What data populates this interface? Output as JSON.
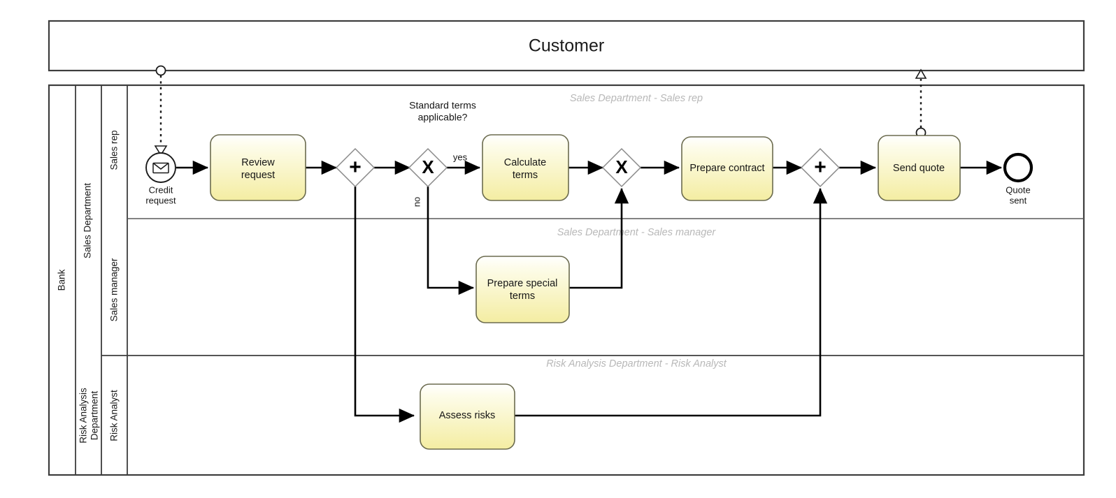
{
  "diagram": {
    "type": "bpmn-collaboration",
    "title_visible": false,
    "colors": {
      "task_fill_top": "#fefee6",
      "task_fill_bottom": "#f6f0a8",
      "task_stroke": "#6b6b4e",
      "pool_stroke": "#3d3d3d",
      "watermark": "#b8b8b8",
      "flow": "#000000",
      "background": "#ffffff"
    }
  },
  "pools": [
    {
      "id": "customer",
      "name": "Customer",
      "orientation": "horizontal",
      "collapsed": true,
      "lanes": []
    },
    {
      "id": "bank",
      "name": "Bank",
      "orientation": "horizontal",
      "collapsed": false,
      "lanes": [
        {
          "id": "sales-department",
          "name": "Sales Department",
          "sublanes": [
            {
              "id": "sales-rep",
              "name": "Sales rep",
              "watermark": "Sales Department - Sales rep"
            },
            {
              "id": "sales-manager",
              "name": "Sales manager",
              "watermark": "Sales Department - Sales manager"
            }
          ]
        },
        {
          "id": "risk-analysis-department",
          "name": "Risk Analysis Department",
          "sublanes": [
            {
              "id": "risk-analyst",
              "name": "Risk Analyst",
              "watermark": "Risk Analysis Department - Risk Analyst"
            }
          ]
        }
      ]
    }
  ],
  "elements": {
    "start_event": {
      "id": "credit-request",
      "type": "message-start-event",
      "label": "Credit request",
      "icon": "envelope-icon",
      "lane": "sales-rep"
    },
    "tasks": [
      {
        "id": "review-request",
        "label": "Review request",
        "lane": "sales-rep"
      },
      {
        "id": "calculate-terms",
        "label": "Calculate terms",
        "lane": "sales-rep"
      },
      {
        "id": "prepare-contract",
        "label": "Prepare contract",
        "lane": "sales-rep"
      },
      {
        "id": "send-quote",
        "label": "Send quote",
        "lane": "sales-rep"
      },
      {
        "id": "prepare-special-terms",
        "label": "Prepare special terms",
        "lane": "sales-manager"
      },
      {
        "id": "assess-risks",
        "label": "Assess risks",
        "lane": "risk-analyst"
      }
    ],
    "gateways": [
      {
        "id": "parallel-split",
        "type": "parallel",
        "glyph": "+",
        "label": "",
        "lane": "sales-rep"
      },
      {
        "id": "exclusive-split",
        "type": "exclusive",
        "glyph": "X",
        "label": "Standard terms applicable?",
        "lane": "sales-rep"
      },
      {
        "id": "exclusive-join",
        "type": "exclusive",
        "glyph": "X",
        "label": "",
        "lane": "sales-rep"
      },
      {
        "id": "parallel-join",
        "type": "parallel",
        "glyph": "+",
        "label": "",
        "lane": "sales-rep"
      }
    ],
    "end_event": {
      "id": "quote-sent",
      "type": "end-event",
      "label": "Quote sent",
      "lane": "sales-rep"
    }
  },
  "annotations": {
    "gateway_question": "Standard terms applicable?"
  },
  "flow_labels": {
    "yes": "yes",
    "no": "no"
  },
  "message_flows": [
    {
      "id": "credit-request-message",
      "from": "customer",
      "to": "credit-request",
      "direction": "down"
    },
    {
      "id": "quote-message",
      "from": "send-quote",
      "to": "customer",
      "direction": "up"
    }
  ]
}
